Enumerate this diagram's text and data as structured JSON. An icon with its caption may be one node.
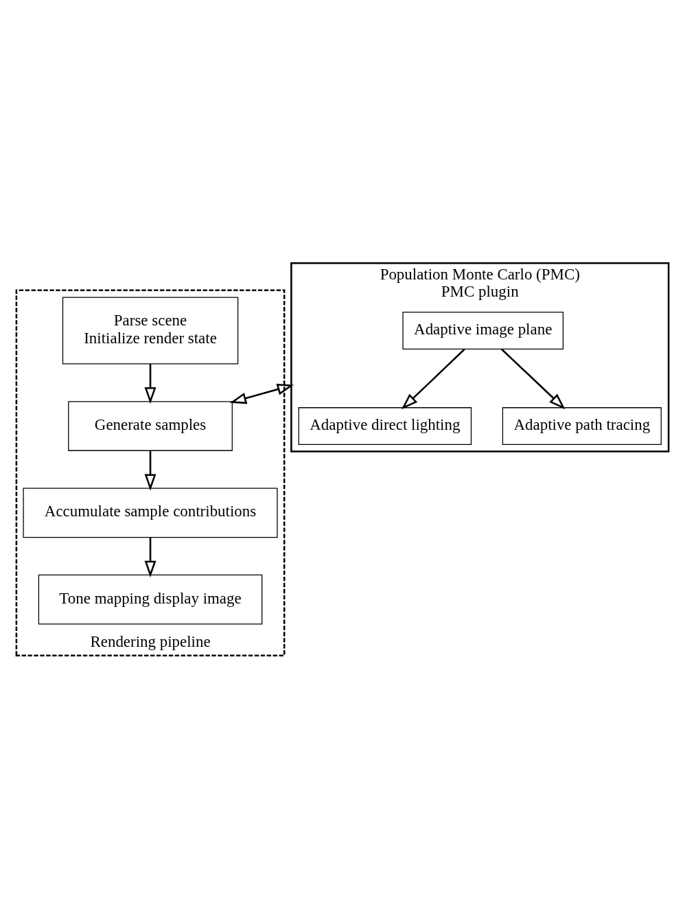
{
  "diagram": {
    "nodes": [
      {
        "text": [
          "Rendering pipeline"
        ]
      },
      {
        "text": [
          "Parse scene",
          "Initialize render state"
        ],
        "in": 0
      },
      {
        "text": [
          "Generate samples"
        ],
        "in": 0
      },
      {
        "text": [
          "Accumulate sample contributions"
        ],
        "in": 0
      },
      {
        "text": [
          "Tone mapping display image"
        ],
        "in": 0
      },
      {
        "text": [
          "Population Monte Carlo (PMC)",
          "PMC plugin"
        ]
      },
      {
        "text": [
          "Adaptive image plane"
        ],
        "in": 5
      },
      {
        "text": [
          "Adaptive direct lighting"
        ],
        "in": 5
      },
      {
        "text": [
          "Adaptive path tracing"
        ],
        "in": 5
      }
    ],
    "edges": [
      {
        "from": 1,
        "to": 2,
        "arrow": "to"
      },
      {
        "from": 2,
        "to": 3,
        "arrow": "to"
      },
      {
        "from": 3,
        "to": 4,
        "arrow": "to"
      },
      {
        "from": 2,
        "to": 5,
        "arrow": "both"
      },
      {
        "from": 6,
        "to": 7,
        "arrow": "to"
      },
      {
        "from": 6,
        "to": 8,
        "arrow": "to"
      }
    ]
  }
}
